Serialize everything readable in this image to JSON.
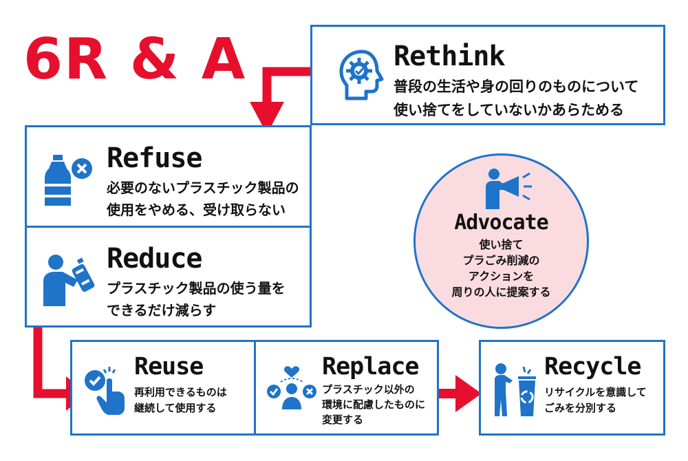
{
  "title": "6R & A",
  "colors": {
    "accent_red": "#e60f2d",
    "border_blue": "#1f73c8",
    "icon_blue": "#1f73c8",
    "advocate_bg": "#fadbe0"
  },
  "rethink": {
    "title": "Rethink",
    "lines": [
      "普段の生活や身の回りのものについて",
      "使い捨てをしていないかあらためる"
    ],
    "icon": "head-gear-icon"
  },
  "refuse": {
    "title": "Refuse",
    "lines": [
      "必要のないプラスチック製品の",
      "使用をやめる、受け取らない"
    ],
    "icon": "bottle-cross-icon"
  },
  "reduce": {
    "title": "Reduce",
    "lines": [
      "プラスチック製品の使う量を",
      "できるだけ減らす"
    ],
    "icon": "person-squeeze-icon"
  },
  "advocate": {
    "title": "Advocate",
    "lines": [
      "使い捨て",
      "プラごみ削減の",
      "アクションを",
      "周りの人に提案する"
    ],
    "icon": "megaphone-person-icon"
  },
  "reuse": {
    "title": "Reuse",
    "lines": [
      "再利用できるものは",
      "継続して使用する"
    ],
    "icon": "tap-check-icon"
  },
  "replace": {
    "title": "Replace",
    "lines": [
      "プラスチック以外の",
      "環境に配慮したものに",
      "変更する"
    ],
    "icon": "people-choice-icon"
  },
  "recycle": {
    "title": "Recycle",
    "lines": [
      "リサイクルを意識して",
      "ごみを分別する"
    ],
    "icon": "person-recycle-bin-icon"
  }
}
